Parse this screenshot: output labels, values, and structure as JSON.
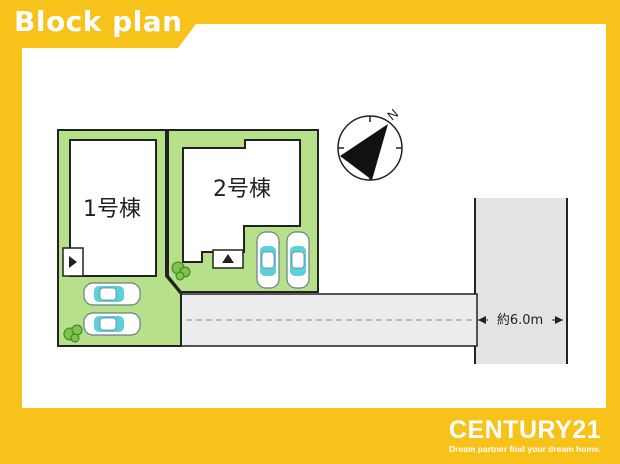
{
  "header": {
    "title": "Block plan"
  },
  "plan": {
    "building_1_label": "1号棟",
    "building_2_label": "2号棟",
    "compass_letter": "N",
    "road_width_label": "約6.0m"
  },
  "footer": {
    "brand": "CENTURY21",
    "tagline": "Dream partner find your dream home."
  },
  "colors": {
    "accent": "#f7c21a",
    "lot_green": "#b7e08a",
    "building_white": "#ffffff",
    "road_gray": "#e3e3e3",
    "line_black": "#222222",
    "car_teal": "#5bd0d8"
  },
  "icons": [
    "north-compass-icon",
    "car-icon",
    "tree-icon",
    "entrance-arrow-icon"
  ]
}
